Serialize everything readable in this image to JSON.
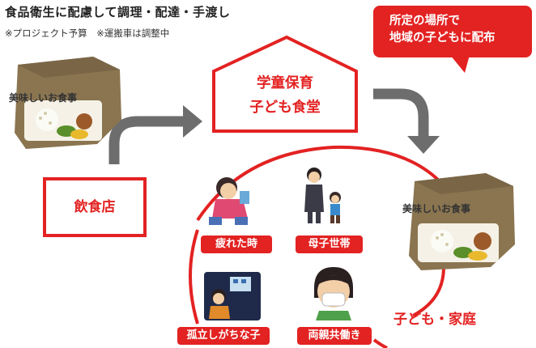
{
  "header": {
    "title": "食品衛生に配慮して調理・配達・手渡し",
    "note": "※プロジェクト予算　※運搬車は調整中"
  },
  "callout": {
    "line1": "所定の場所で",
    "line2": "地域の子どもに配布"
  },
  "restaurant": {
    "label": "飲食店"
  },
  "facility": {
    "line1": "学童保育",
    "line2": "子ども食堂"
  },
  "food": {
    "label_left": "美味しいお食事",
    "label_right": "美味しいお食事"
  },
  "targets": [
    {
      "label": "疲れた時",
      "icon": "tired-child-icon"
    },
    {
      "label": "母子世帯",
      "icon": "mother-child-icon"
    },
    {
      "label": "孤立しがちな子",
      "icon": "isolated-child-icon"
    },
    {
      "label": "両親共働き",
      "icon": "masked-child-icon"
    }
  ],
  "family": {
    "label": "子ども・家庭"
  },
  "colors": {
    "accent": "#e32222",
    "arrow": "#6d6d6d",
    "box": "#8a7550"
  }
}
